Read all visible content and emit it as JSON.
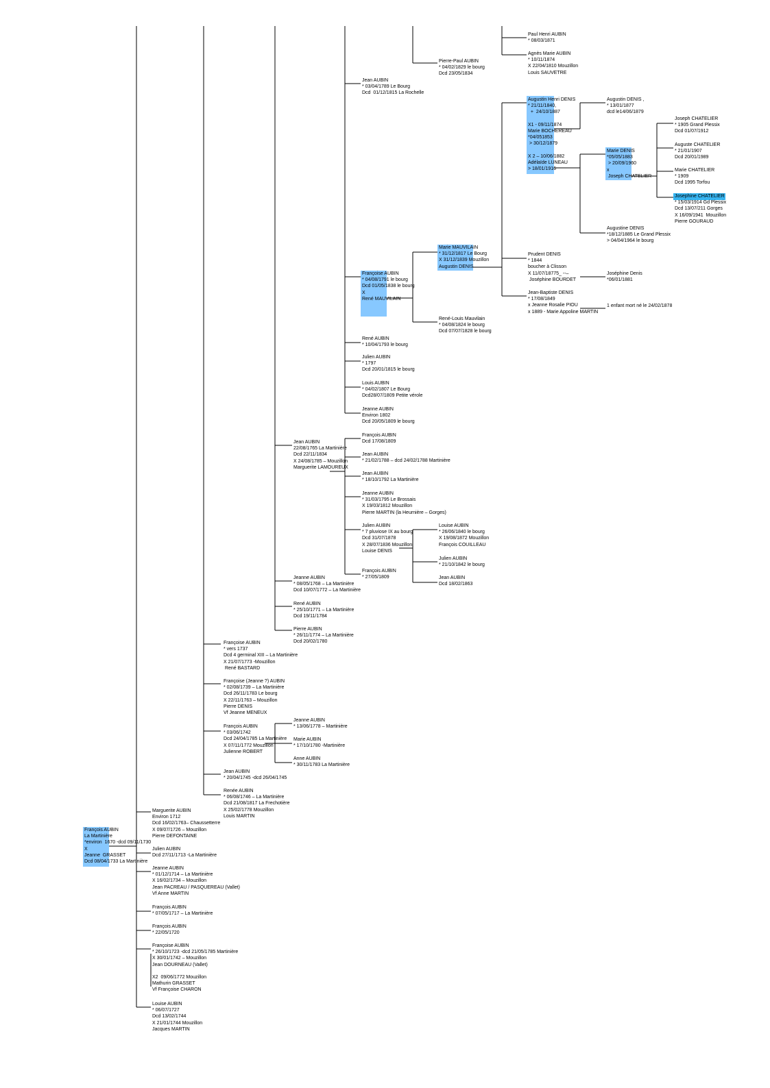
{
  "colors": {
    "highlight": "#87c8ff",
    "highlight_strong": "#36b4f0",
    "line": "#000000",
    "text": "#000000"
  },
  "persons": {
    "paul_henri": [
      "Paul Henri AUBIN",
      "* 08/03/1871"
    ],
    "agnes_marie": [
      "Agnès Marie AUBIN",
      "* 10/11/1874",
      "X 22/04/1810 Mouzillon",
      "Louis SAUVETRE"
    ],
    "pierre_paul": [
      "Pierre-Paul AUBIN",
      "* 04/02/1829 le bourg",
      "Dcd 23/05/1834"
    ],
    "jean_1789": [
      "Jean AUBIN",
      "* 03/04/1789 Le Bourg",
      "Dcd  01/12/1815 La Rochelle"
    ],
    "augustin_henri": [
      "Augustin Henri DENIS",
      "* 21/11/1840,",
      "  +  24/10/1887",
      "",
      "X1 - 09/11/1874",
      "Marie BOCHEREAU",
      "*04/051853",
      " > 30/12/1879",
      "",
      "X 2 – 10/06/1882",
      "Adélaïde LUNEAU",
      "> 18/01/1916"
    ],
    "augustin_denis_1877": [
      "Augustin DENIS ,",
      "* 13/01/1877",
      "dcd le14/06/1879"
    ],
    "joseph_chatelier": [
      "Joseph CHATELIER",
      "* 1905 Grand Plessix",
      "Dcd 01/07/1912"
    ],
    "auguste_chatelier": [
      "Auguste CHATELIER",
      "* 21/01/1907",
      "Dcd 20/01/1989"
    ],
    "marie_chatelier": [
      "Marie CHATELIER",
      "* 1909",
      "Dcd 1995 Torfou"
    ],
    "josephine_chatelier": [
      "Josephine CHATELIER",
      "* 15/03/1914 Gd Plessix",
      "Dcd 13/07/211 Gorges",
      "X 16/09/1941  Mouzillon",
      "Pierre GOURAUD"
    ],
    "marie_denis": [
      "Marie DENIS",
      "*05/05/1883",
      " > 20/09/1960",
      "x",
      " Joseph CHATELIER"
    ],
    "augustine_denis": [
      "Augustine DENIS",
      "*18/12/1885 Le Grand Plessix",
      "> 04/04/1964 le bourg"
    ],
    "marie_mauvilain": [
      "Marie MAUVILAIN",
      "* 31/12/1817 Le Bourg",
      "X 31/12/1839 Mouzillon",
      "Augustin DENIS"
    ],
    "prudent_denis": [
      "Prudent DENIS",
      "* 1844",
      "boucher à Clisson",
      "X 11/07/18775_ --–",
      " Joséphine BOURDET"
    ],
    "josephine_denis": [
      "Joséphine Denis",
      "*06/01/1881"
    ],
    "jean_baptiste_denis": [
      "Jean-Baptiste DENIS",
      "* 17/08/1849",
      "x Jeanne Rosalie PIOU",
      "x 1889 - Marie Appoline MARTIN"
    ],
    "enfant_mort": [
      "1 enfant mort né le 24/02/1878"
    ],
    "francoise_1791": [
      "Françoise AUBIN",
      "* 04/08/1791 le bourg",
      "Dcd 01/05/1838 le bourg",
      "X",
      "René MAUVILAIN"
    ],
    "rene_louis": [
      "René-Louis Mauvilain",
      "* 04/08/1824 le bourg",
      "Dcd 07/07/1828 le bourg"
    ],
    "rene_1793": [
      "René AUBIN",
      "* 10/04/1793 le bourg"
    ],
    "julien_1797": [
      "Julien AUBIN",
      "* 1797",
      "Dcd 20/01/1815 le bourg"
    ],
    "louis_1807": [
      "Louis AUBIN",
      "* 04/02/1807 Le Bourg",
      "Dcd28/07/1809 Petite vérole"
    ],
    "jeanne_1802": [
      "Jeanne AUBIN",
      "Environ 1802",
      "Dcd 20/05/1809 le bourg"
    ],
    "jean_1765": [
      "Jean AUBIN",
      "22/08/1765 La Martinière",
      "Dcd 22/11/1834",
      "X 24/08/1785 – Mouzillon",
      "Marguerite LAMOUREUX"
    ],
    "francois_1809a": [
      "François AUBIN",
      "Dcd 17/08/1809"
    ],
    "jean_1788": [
      "Jean AUBIN",
      "* 21/02/1788 – dcd 24/02/1788 Martinière"
    ],
    "jean_1792": [
      "Jean AUBIN",
      "* 18/10/1792 La Martinière"
    ],
    "jeanne_1795": [
      "Jeanne AUBIN",
      "* 31/03/1795 Le Brossais",
      "X 19/03/1812 Mouzillon",
      "Pierre MARTIN (la Heurnière – Gorges)"
    ],
    "julien_pluviose": [
      "Julien AUBIN",
      "* 7 pluviose IX au bourg",
      "Dcd 31/07/1878",
      "X 28/07/1836 Mouzillon",
      "Louise DENIS"
    ],
    "louise_1840": [
      "Louise AUBIN",
      "* 26/06/1840 le bourg",
      "X 19/08/1872 Mouzillon",
      "François COUILLEAU"
    ],
    "julien_1842": [
      "Julien AUBIN",
      "* 21/10/1842 le bourg"
    ],
    "jean_1863": [
      "Jean AUBIN",
      "Dcd 18/02/1863"
    ],
    "francois_1809b": [
      "François AUBIN",
      "* 27/05/1809"
    ],
    "jeanne_1768": [
      "Jeanne AUBIN",
      "* 08/05/1768 – La Martinière",
      "Dcd 10/07/1772 – La Martinière"
    ],
    "rene_1771": [
      "René AUBIN",
      "* 25/10/1771 – La Martinière",
      "Dcd 19/11/1784"
    ],
    "pierre_1774": [
      "Pierre AUBIN",
      "* 26/11/1774 – La Martinière",
      "Dcd 20/02/1780"
    ],
    "francoise_1737": [
      "Françoise AUBIN",
      "* vers 1737",
      "Dcd 4 germinal XIII – La Martinière",
      "X 21/07/1773 -Mouzillon",
      " René BASTARD"
    ],
    "francoise_jeanne": [
      "Françoise (Jeanne ?) AUBIN",
      "* 02/08/1739 – La Martinière",
      "Dcd 26/11/1783 Le bourg",
      "X 22/11/1763 – Mouzillon",
      "Pierre DENIS",
      "Vf Jeanne MENEUX"
    ],
    "francois_1742": [
      "François AUBIN",
      "* 03/06/1742",
      "Dcd 24/04/1785 La Martinière",
      "X 07/11/1772 Mouzillon",
      "Julienne ROBERT"
    ],
    "jeanne_1778": [
      "Jeanne AUBIN",
      "* 13/06/1778 – Martinière"
    ],
    "marie_1780": [
      "Marie AUBIN",
      "* 17/10/1780 -Martinière"
    ],
    "anne_1783": [
      "Anne AUBIN",
      "* 30/11/1783 La Martinière"
    ],
    "jean_1745": [
      "Jean AUBIN",
      "* 20/04/1745 -dcd 26/04/1745"
    ],
    "renee_1746": [
      "Renée AUBIN",
      "* 06/08/1746 – La Martinière",
      "Dcd 21/08/1817 La Frechotière",
      "X 25/02/1778 Mouzillon",
      "Louis MARTIN"
    ],
    "marguerite_1712": [
      "Marguerite AUBIN",
      "Environ 1712",
      "Dcd 16/02/1763– Chaussetterre",
      "X 09/07/1726 – Mouzillon",
      "Pierre DEFONTAINE"
    ],
    "francois_root": [
      "François AUBIN",
      "La Martinière",
      "*environ  1670 -dcd 09/11/1730",
      "X",
      "Jeanne  GRASSET",
      "Dcd 08/04/1733 La Martinière"
    ],
    "julien_1713": [
      "Julien AUBIN",
      "Dcd 27/11/1713 -La Martinière"
    ],
    "jeanne_1714": [
      "Jeanne AUBIN",
      "* 01/12/1714 – La Martinière",
      "X 16/02/1734 – Mouzillon",
      "Jean PACREAU / PASQUEREAU (Vallet)",
      "Vf Anne MARTIN"
    ],
    "francois_1717": [
      "François AUBIN",
      "* 07/05/1717 – La Martinière"
    ],
    "francois_1720": [
      "François AUBIN",
      "* 22/05/1720"
    ],
    "francoise_1723": [
      "Françoise AUBIN",
      "* 26/10/1723 -dcd 21/05/1785 Martinière",
      "X 30/01/1742 – Mouzillon",
      "Jean DOURNEAU (Vallet)",
      "",
      "X2  09/06/1772 Mouzillon",
      "Mathurin GRASSET",
      "Vf Françoise CHARON"
    ],
    "louise_1727": [
      "Louise AUBIN",
      "* 06/07/1727",
      "Dcd 13/02/1744",
      "X 21/01/1744 Mouzillon",
      "Jacques MARTIN"
    ]
  }
}
